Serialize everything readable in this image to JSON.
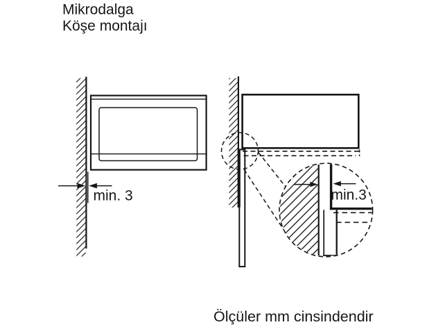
{
  "title": {
    "line1": "Mikrodalga",
    "line2": "Köşe montajı"
  },
  "diagrams": {
    "left": {
      "clearance_label": "min. 3"
    },
    "right": {
      "detail_clearance_label": "min.3"
    }
  },
  "footer": {
    "note": "Ölçüler mm cinsindendir"
  },
  "units": "mm",
  "min_clearance_value": "3",
  "colors": {
    "line": "#161616",
    "background": "#ffffff"
  }
}
